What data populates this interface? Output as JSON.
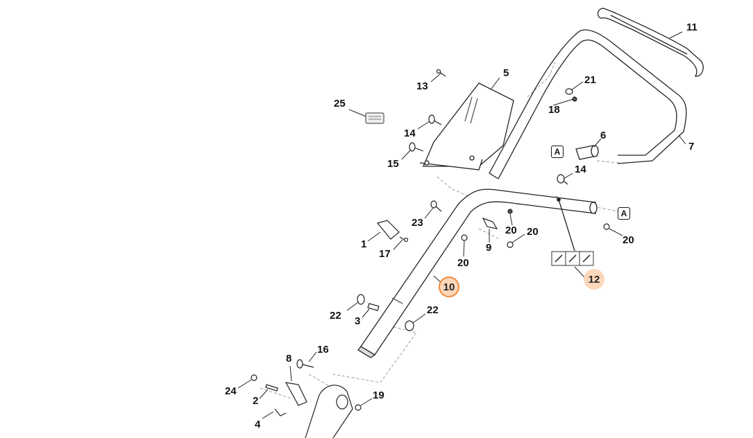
{
  "callouts": [
    {
      "id": "c11",
      "text": "11"
    },
    {
      "id": "c5",
      "text": "5"
    },
    {
      "id": "c13",
      "text": "13"
    },
    {
      "id": "c21",
      "text": "21"
    },
    {
      "id": "c18",
      "text": "18"
    },
    {
      "id": "c25",
      "text": "25"
    },
    {
      "id": "c14a",
      "text": "14"
    },
    {
      "id": "c6",
      "text": "6"
    },
    {
      "id": "c7",
      "text": "7"
    },
    {
      "id": "c15",
      "text": "15"
    },
    {
      "id": "c14b",
      "text": "14"
    },
    {
      "id": "c23",
      "text": "23"
    },
    {
      "id": "c1",
      "text": "1"
    },
    {
      "id": "c20a",
      "text": "20"
    },
    {
      "id": "c20b",
      "text": "20"
    },
    {
      "id": "c20c",
      "text": "20"
    },
    {
      "id": "c17",
      "text": "17"
    },
    {
      "id": "c9",
      "text": "9"
    },
    {
      "id": "c20d",
      "text": "20"
    },
    {
      "id": "c22a",
      "text": "22"
    },
    {
      "id": "c22b",
      "text": "22"
    },
    {
      "id": "c3",
      "text": "3"
    },
    {
      "id": "c16",
      "text": "16"
    },
    {
      "id": "c8",
      "text": "8"
    },
    {
      "id": "c24",
      "text": "24"
    },
    {
      "id": "c2",
      "text": "2"
    },
    {
      "id": "c19",
      "text": "19"
    },
    {
      "id": "c4",
      "text": "4"
    }
  ],
  "highlighted_callouts": {
    "primary": "10",
    "secondary": "12"
  },
  "reference_markers": {
    "left": "A",
    "right": "A"
  },
  "colors": {
    "highlight_fill": "#fbd7bb",
    "highlight_border": "#f08a3c",
    "line": "#222222",
    "dashed": "#999999"
  }
}
